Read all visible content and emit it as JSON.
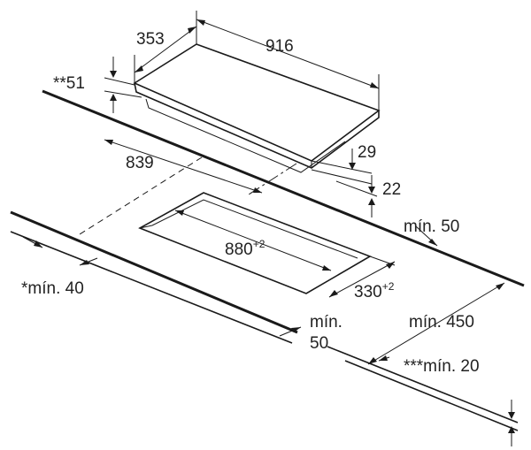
{
  "labels": {
    "width_353": "353",
    "width_916": "916",
    "note_51": "**51",
    "depth_839": "839",
    "height_29": "29",
    "height_22": "22",
    "min_50_top": "mín. 50",
    "cutout_880": "880",
    "cutout_880_tol": "+2",
    "cutout_330": "330",
    "cutout_330_tol": "+2",
    "min_40": "*mín. 40",
    "min_50_front_line1": "mín.",
    "min_50_front_line2": "50",
    "min_450": "mín. 450",
    "min_20": "***mín. 20"
  },
  "colors": {
    "line": "#1a1a1a",
    "text": "#222222",
    "background": "#ffffff"
  }
}
